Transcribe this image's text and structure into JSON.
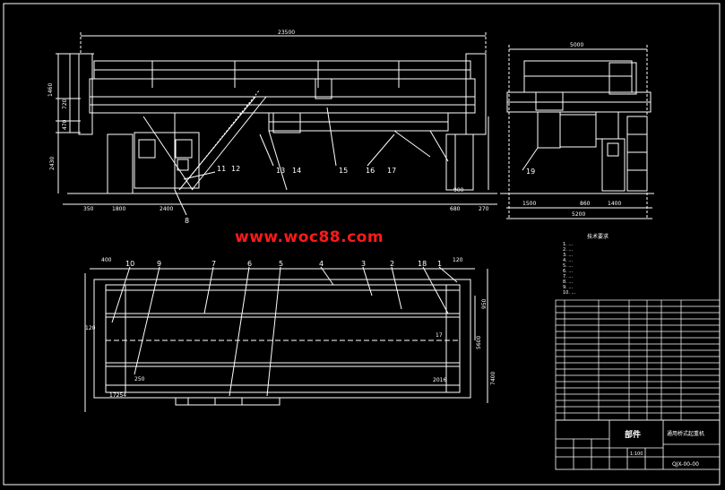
{
  "watermark": "www.woc88.com",
  "front_view": {
    "dims_top": [
      "23500"
    ],
    "dims_left": [
      "1460",
      "720",
      "470",
      "2430"
    ],
    "dims_bottom": [
      "350",
      "1800",
      "2400",
      "680",
      "270"
    ],
    "dim_right_small": "900",
    "callouts": [
      "11",
      "12",
      "13",
      "14",
      "15",
      "16",
      "17",
      "8"
    ]
  },
  "side_view": {
    "dim_top": "5000",
    "dims_bottom": [
      "1500",
      "860",
      "1400",
      "5200"
    ],
    "callouts": [
      "19"
    ]
  },
  "plan_view": {
    "callouts_top": [
      "10",
      "9",
      "7",
      "6",
      "5",
      "4",
      "3",
      "2",
      "18",
      "1"
    ],
    "dims_top": [
      "400",
      "120"
    ],
    "dims_right": [
      "950",
      "5600",
      "7400"
    ],
    "dims_left": [
      "120",
      "250"
    ],
    "labels": [
      "17254",
      "17",
      "2016"
    ]
  },
  "tech_notes": {
    "title": "技术要求",
    "lines": [
      "1. ...",
      "2. ...",
      "3. ...",
      "4. ...",
      "5. ...",
      "6. ...",
      "7. ...",
      "8. ...",
      "9. ...",
      "10. ..."
    ]
  },
  "title_block": {
    "title": "部件",
    "project": "通用桥式起重机",
    "scale": "1:100",
    "drawing_no": "QJX-00-00"
  }
}
